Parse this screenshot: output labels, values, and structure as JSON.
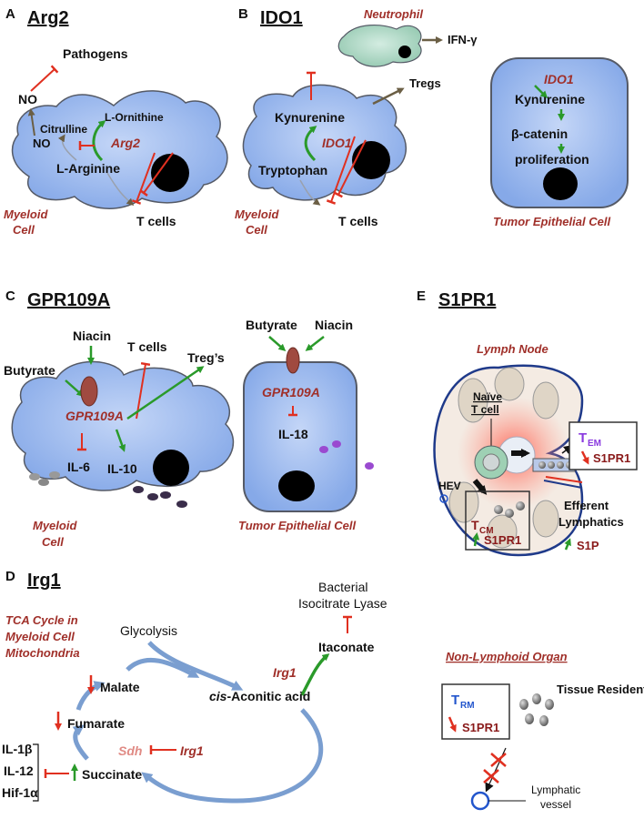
{
  "colors": {
    "cell_fill": "#9ab8ee",
    "cell_edge": "#555a66",
    "inhibit": "#e03020",
    "activate": "#2a9a2a",
    "flow": "#7a9ed0",
    "italic_red": "#a0302a",
    "tem_purple": "#8a3adf",
    "trm_blue": "#2255cc"
  },
  "panels": {
    "A": {
      "letter": "A",
      "title": "Arg2",
      "pathogens": "Pathogens",
      "no_top": "NO",
      "citrulline": "Citrulline",
      "ornithine": "L-Ornithine",
      "no_in": "NO",
      "arginine": "L-Arginine",
      "arg2": "Arg2",
      "tcells": "T cells",
      "cell1": "Myeloid",
      "cell2": "Cell"
    },
    "B": {
      "letter": "B",
      "title": "IDO1",
      "neutrophil": "Neutrophil",
      "ifng": "IFN-γ",
      "tregs": "Tregs",
      "kynurenine": "Kynurenine",
      "ido1": "IDO1",
      "tryptophan": "Tryptophan",
      "tcells": "T cells",
      "cell1": "Myeloid",
      "cell2": "Cell",
      "t_ido1": "IDO1",
      "t_kyn": "Kynurenine",
      "t_bcat": "β-catenin",
      "t_prolif": "proliferation",
      "tumor": "Tumor Epithelial Cell"
    },
    "C": {
      "letter": "C",
      "title": "GPR109A",
      "butyrate": "Butyrate",
      "niacin": "Niacin",
      "tcells": "T cells",
      "tregs": "Treg’s",
      "gpr": "GPR109A",
      "il6": "IL-6",
      "il10": "IL-10",
      "cell1": "Myeloid",
      "cell2": "Cell",
      "t_butyrate": "Butyrate",
      "t_niacin": "Niacin",
      "t_gpr": "GPR109A",
      "t_il18": "IL-18",
      "tumor": "Tumor Epithelial Cell"
    },
    "D": {
      "letter": "D",
      "title": "Irg1",
      "tca1": "TCA Cycle in",
      "tca2": "Myeloid Cell",
      "tca3": "Mitochondria",
      "glycolysis": "Glycolysis",
      "bacterial1": "Bacterial",
      "bacterial2": "Isocitrate Lyase",
      "itaconate": "Itaconate",
      "irg1_a": "Irg1",
      "aconitic_italic": "cis",
      "aconitic_rest": "-Aconitic acid",
      "malate": "Malate",
      "fumarate": "Fumarate",
      "sdh": "Sdh",
      "irg1_b": "Irg1",
      "succinate": "Succinate",
      "il1b": "IL-1β",
      "il12": "IL-12",
      "hif": "Hif-1α"
    },
    "E": {
      "letter": "E",
      "title": "S1PR1",
      "lymph_node": "Lymph Node",
      "naive1": "Naïve",
      "naive2": "T cell",
      "hev": "HEV",
      "tem_main": "T",
      "tem_sub": "EM",
      "tem_s1pr1": "S1PR1",
      "tcm_main": "T",
      "tcm_sub": "CM",
      "tcm_s1pr1": "S1PR1",
      "efferent1": "Efferent",
      "efferent2": "Lymphatics",
      "s1p": "S1P",
      "non_lymphoid": "Non-Lymphoid Organ",
      "trm_main": "T",
      "trm_sub": "RM",
      "trm_s1pr1": "S1PR1",
      "tissue_resident": "Tissue Resident",
      "lymphatic1": "Lymphatic",
      "lymphatic2": "vessel"
    }
  }
}
